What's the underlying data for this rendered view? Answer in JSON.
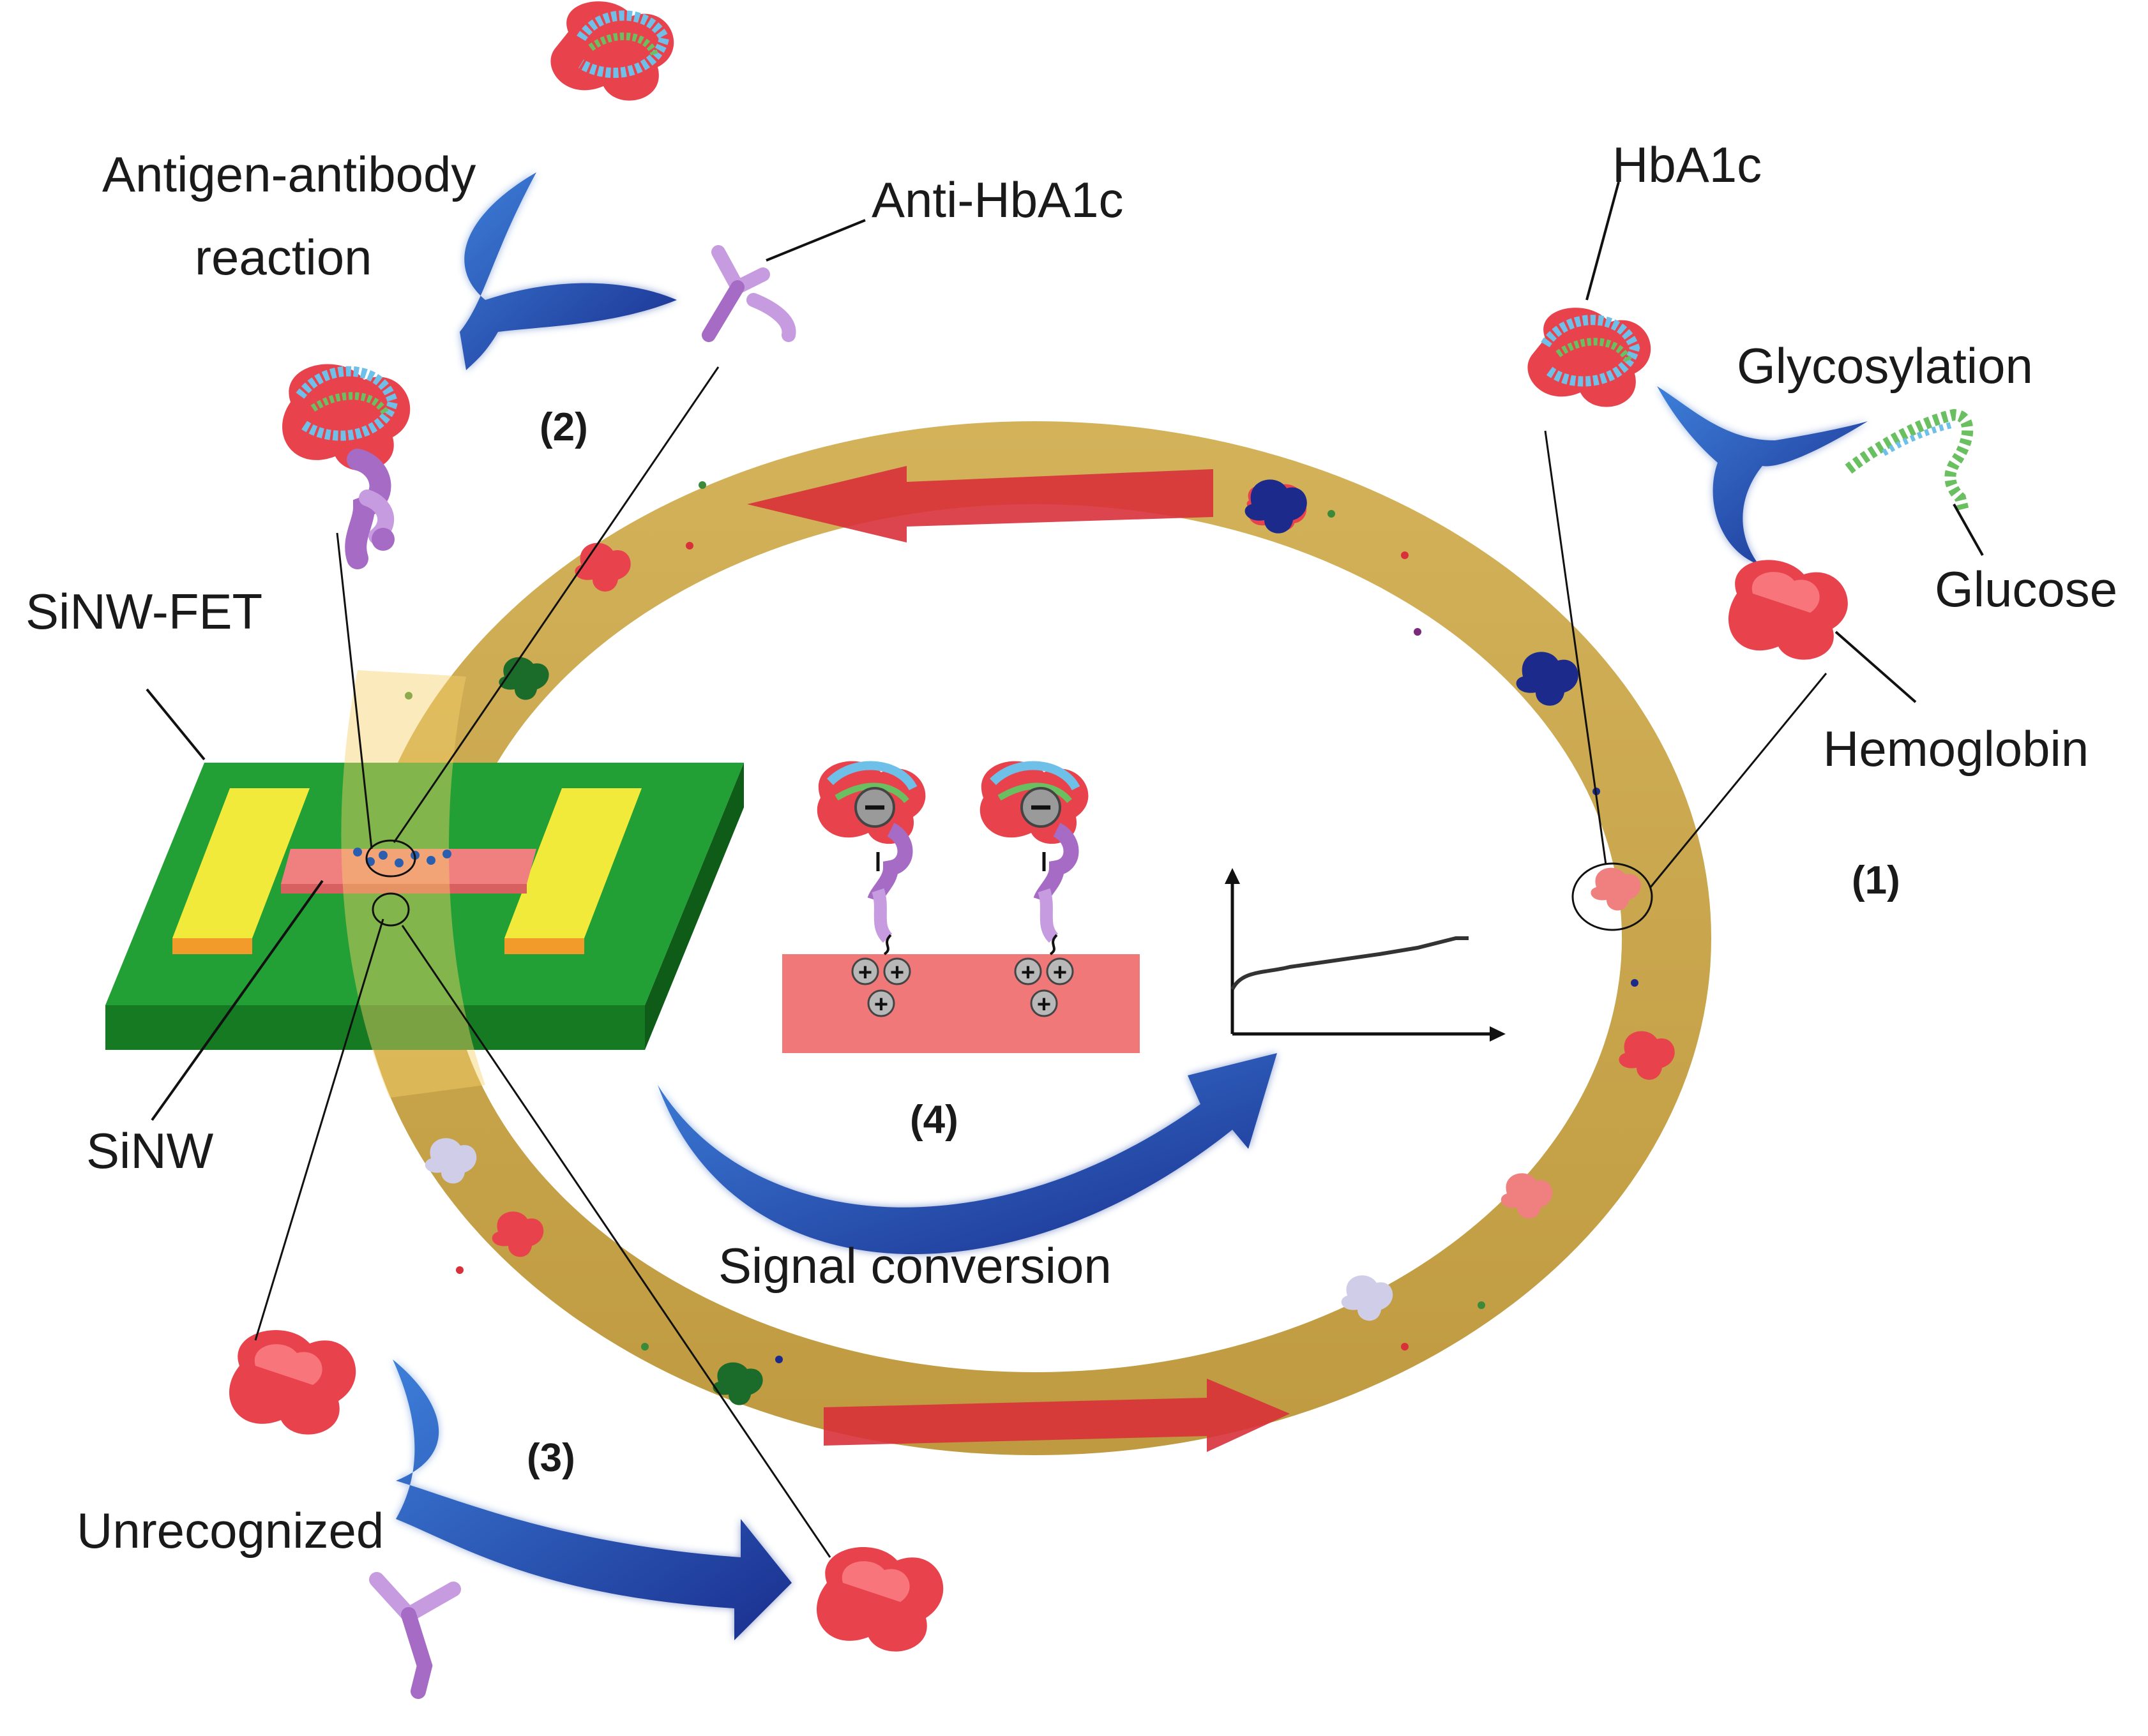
{
  "labels": {
    "antigen_antibody_line1": "Antigen-antibody",
    "antigen_antibody_line2": "reaction",
    "anti_hba1c": "Anti-HbA1c",
    "hba1c": "HbA1c",
    "glycosylation": "Glycosylation",
    "glucose": "Glucose",
    "hemoglobin": "Hemoglobin",
    "sinw_fet": "SiNW-FET",
    "sinw": "SiNW",
    "unrecognized": "Unrecognized",
    "signal_conversion": "Signal conversion"
  },
  "steps": {
    "step1": "(1)",
    "step2": "(2)",
    "step3": "(3)",
    "step4": "(4)"
  },
  "charges": {
    "negative": "−",
    "positive": "+"
  },
  "colors": {
    "ring": "#c9a44a",
    "flow_arrow": "#d8313a",
    "blue_arrow": "#1f3f9c",
    "chip_green": "#1e8f2d",
    "electrode_yellow": "#f2ea3a",
    "nanowire_pink": "#f08080",
    "protein_red": "#e8434d",
    "antibody_purple": "#a66bc4"
  }
}
